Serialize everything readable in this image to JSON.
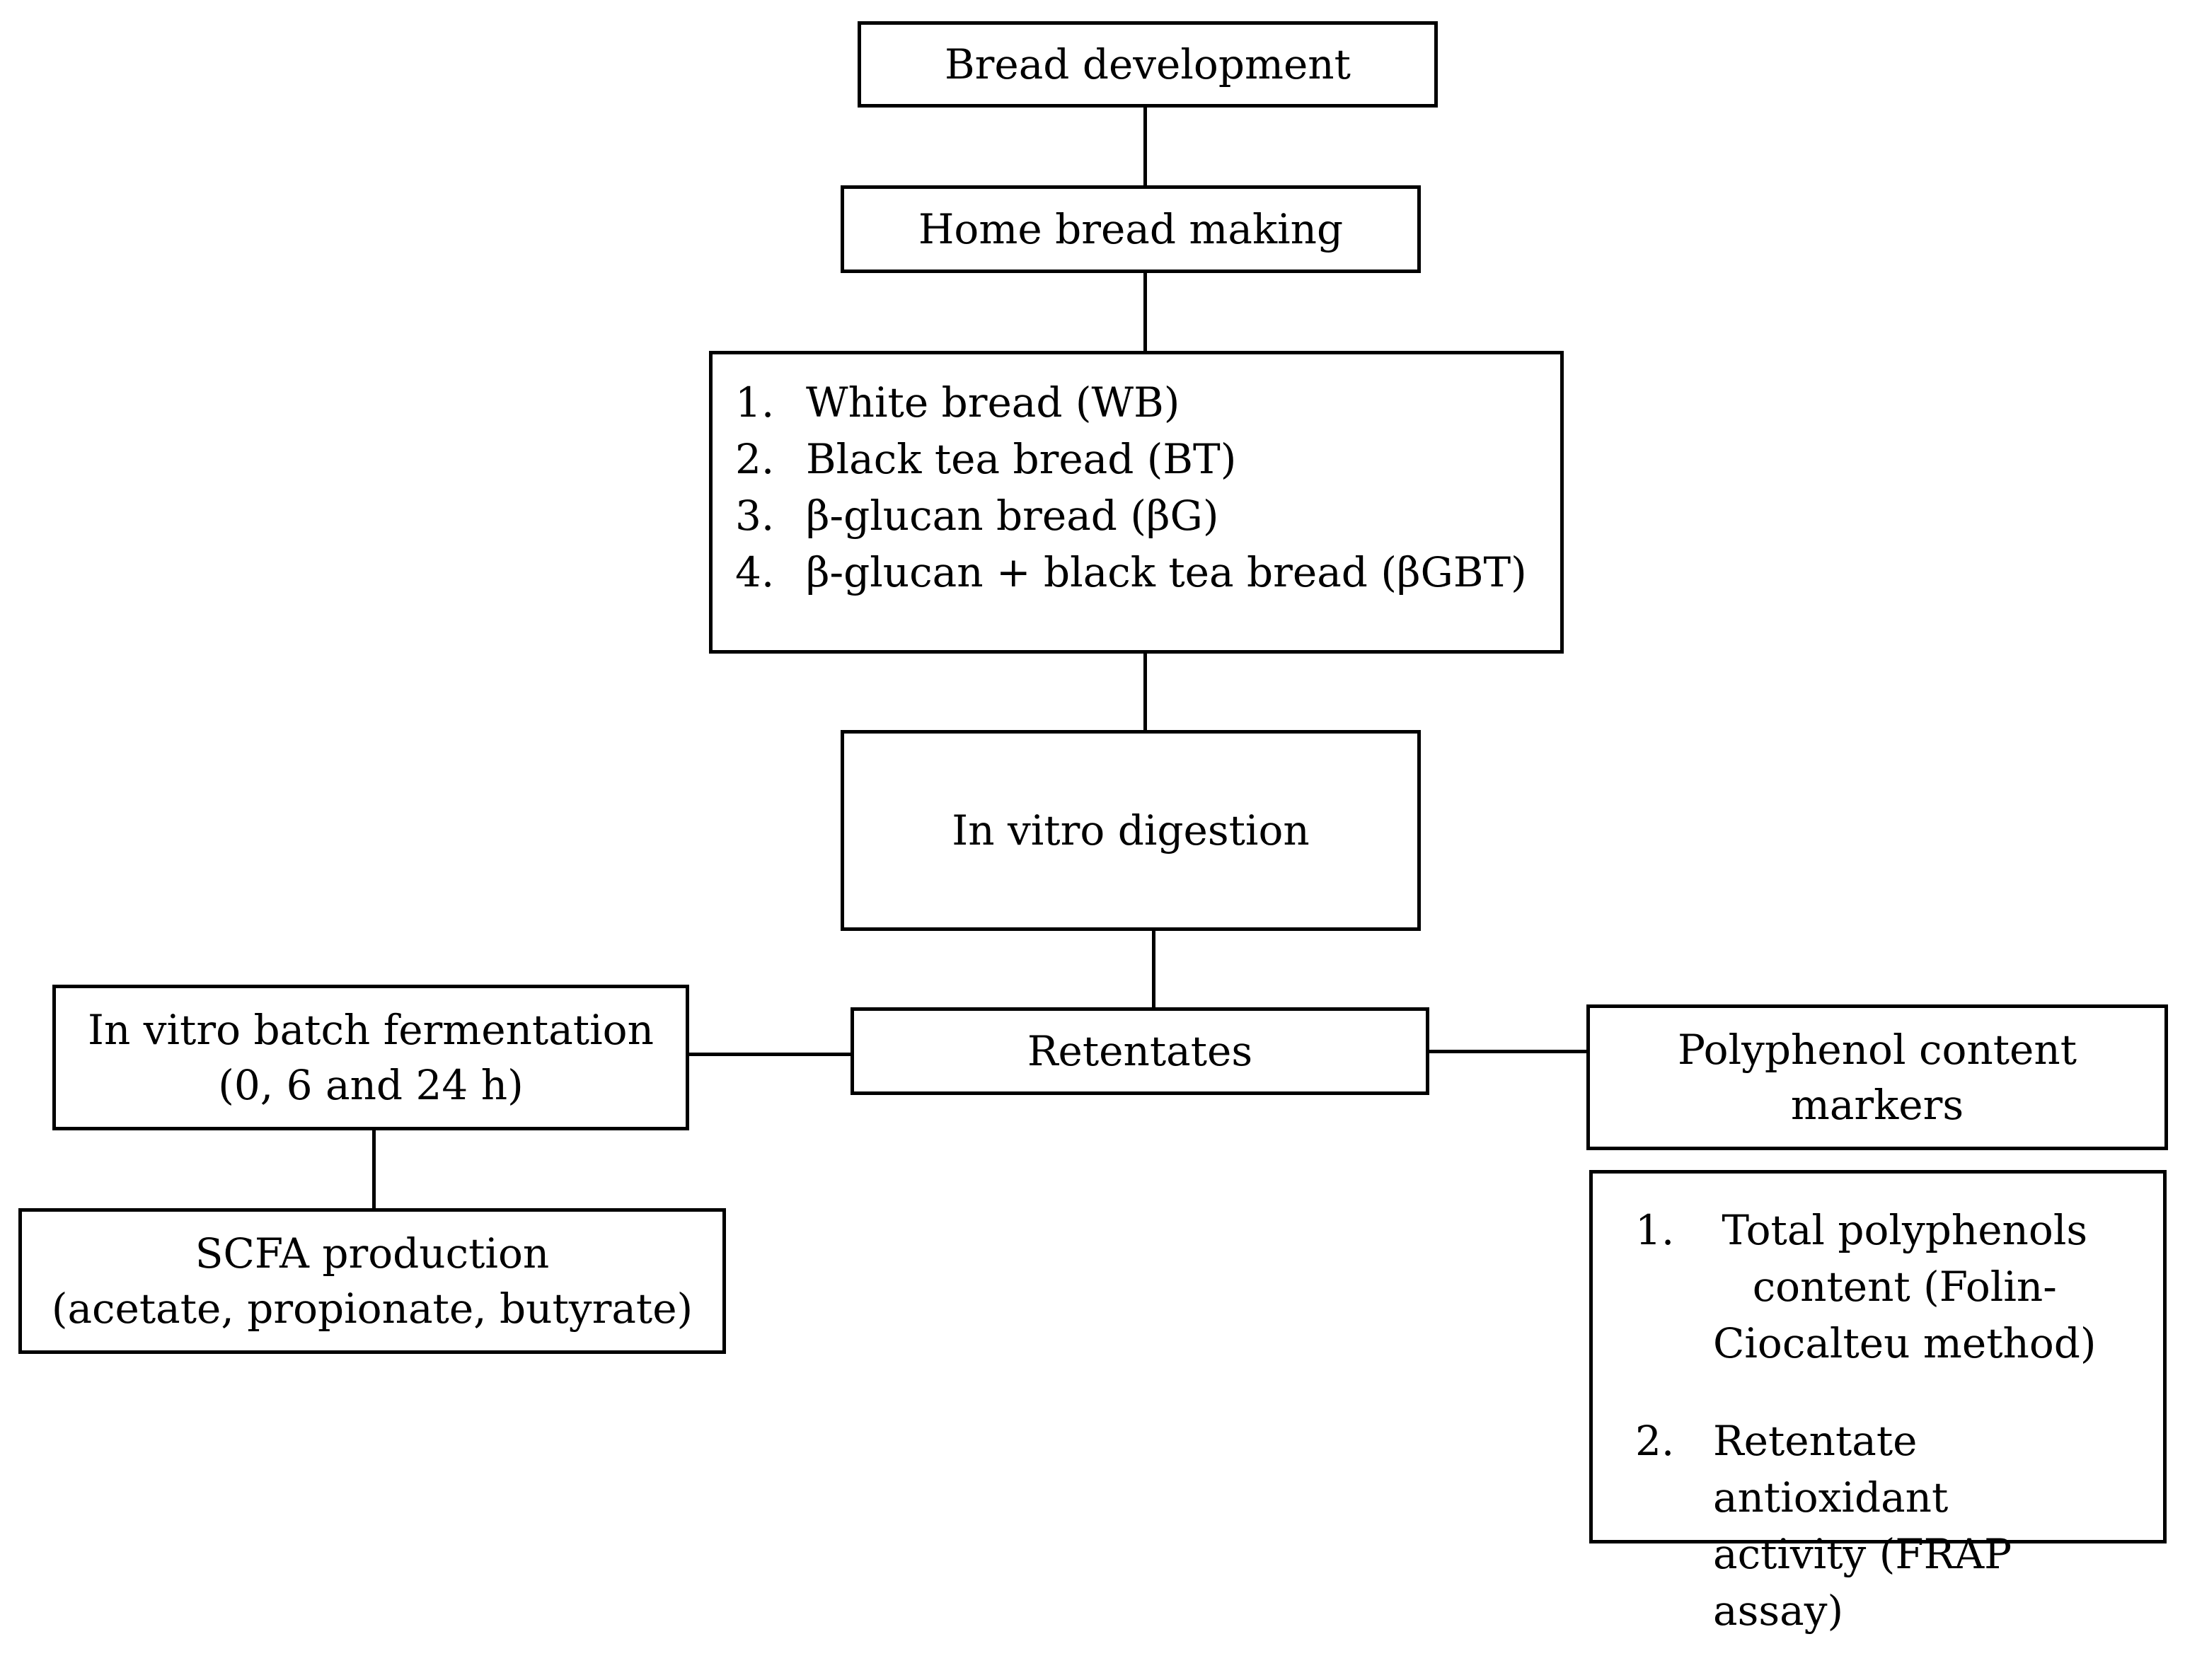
{
  "nodes": {
    "bread_development": "Bread development",
    "home_bread_making": "Home bread making",
    "breads": [
      {
        "num": "1.",
        "label": "White bread (WB)"
      },
      {
        "num": "2.",
        "label": "Black tea bread (BT)"
      },
      {
        "num": "3.",
        "label": "β-glucan bread (βG)"
      },
      {
        "num": "4.",
        "label": "β-glucan + black tea bread (βGBT)"
      }
    ],
    "in_vitro_digestion": "In vitro digestion",
    "retentates": "Retentates",
    "fermentation": {
      "line1": "In vitro batch fermentation",
      "line2": "(0, 6 and 24 h)"
    },
    "scfa": {
      "line1": "SCFA production",
      "line2": "(acetate, propionate, butyrate)"
    },
    "polyphenol_markers": {
      "line1": "Polyphenol content",
      "line2": "markers"
    },
    "marker_list": [
      {
        "num": "1.",
        "lines": [
          "Total polyphenols",
          "content (Folin-",
          "Ciocalteu method)"
        ]
      },
      {
        "num": "2.",
        "lines": [
          "Retentate antioxidant",
          "activity (FRAP assay)"
        ]
      }
    ]
  }
}
